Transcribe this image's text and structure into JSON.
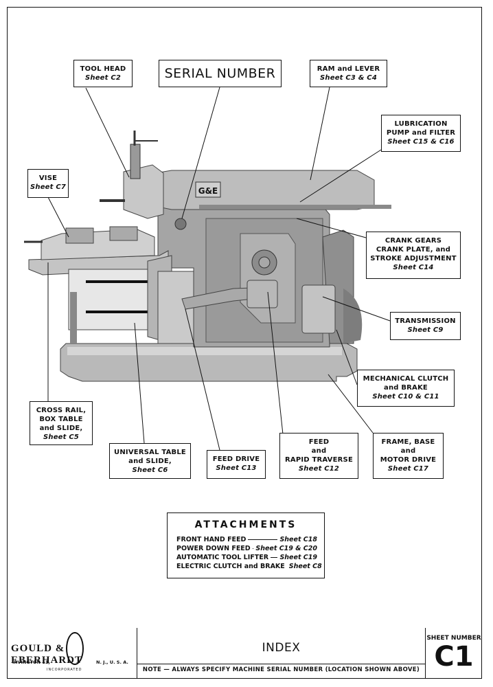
{
  "serial_number_label": "SERIAL NUMBER",
  "callouts": {
    "tool_head": {
      "title": "TOOL HEAD",
      "ref": "Sheet C2"
    },
    "ram_lever": {
      "title": "RAM and LEVER",
      "ref": "Sheet C3 & C4"
    },
    "lubrication": {
      "line1": "LUBRICATION",
      "line2": "PUMP and FILTER",
      "ref": "Sheet C15 & C16"
    },
    "vise": {
      "title": "VISE",
      "ref": "Sheet C7"
    },
    "crank_gears": {
      "line1": "CRANK GEARS",
      "line2": "CRANK PLATE, and",
      "line3": "STROKE ADJUSTMENT",
      "ref": "Sheet C14"
    },
    "transmission": {
      "title": "TRANSMISSION",
      "ref": "Sheet C9"
    },
    "mech_clutch": {
      "line1": "MECHANICAL CLUTCH",
      "line2": "and BRAKE",
      "ref": "Sheet C10 & C11"
    },
    "cross_rail": {
      "line1": "CROSS RAIL,",
      "line2": "BOX TABLE",
      "line3": "and SLIDE,",
      "ref": "Sheet C5"
    },
    "universal_table": {
      "line1": "UNIVERSAL TABLE",
      "line2": "and SLIDE,",
      "ref": "Sheet C6"
    },
    "feed_drive": {
      "title": "FEED DRIVE",
      "ref": "Sheet C13"
    },
    "feed_rapid": {
      "line1": "FEED",
      "line2": "and",
      "line3": "RAPID TRAVERSE",
      "ref": "Sheet C12"
    },
    "frame_base": {
      "line1": "FRAME, BASE",
      "line2": "and",
      "line3": "MOTOR DRIVE",
      "ref": "Sheet C17"
    }
  },
  "machine_badge": "G&E",
  "attachments": {
    "title": "ATTACHMENTS",
    "items": [
      {
        "label": "FRONT HAND FEED",
        "sheet": "Sheet C18"
      },
      {
        "label": "POWER DOWN FEED",
        "sheet": "Sheet C19 & C20"
      },
      {
        "label": "AUTOMATIC TOOL LIFTER",
        "sheet": "Sheet C19"
      },
      {
        "label": "ELECTRIC CLUTCH and BRAKE",
        "sheet": "Sheet C8"
      }
    ]
  },
  "footer": {
    "company_name": "GOULD & EBERHARDT",
    "city": "IRVINGTON 11,",
    "state": "N. J., U. S. A.",
    "incorporated": "INCORPORATED",
    "title": "INDEX",
    "note": "NOTE — ALWAYS SPECIFY MACHINE SERIAL NUMBER (LOCATION SHOWN ABOVE)",
    "sheet_number_label": "SHEET NUMBER",
    "sheet_number": "C1"
  }
}
